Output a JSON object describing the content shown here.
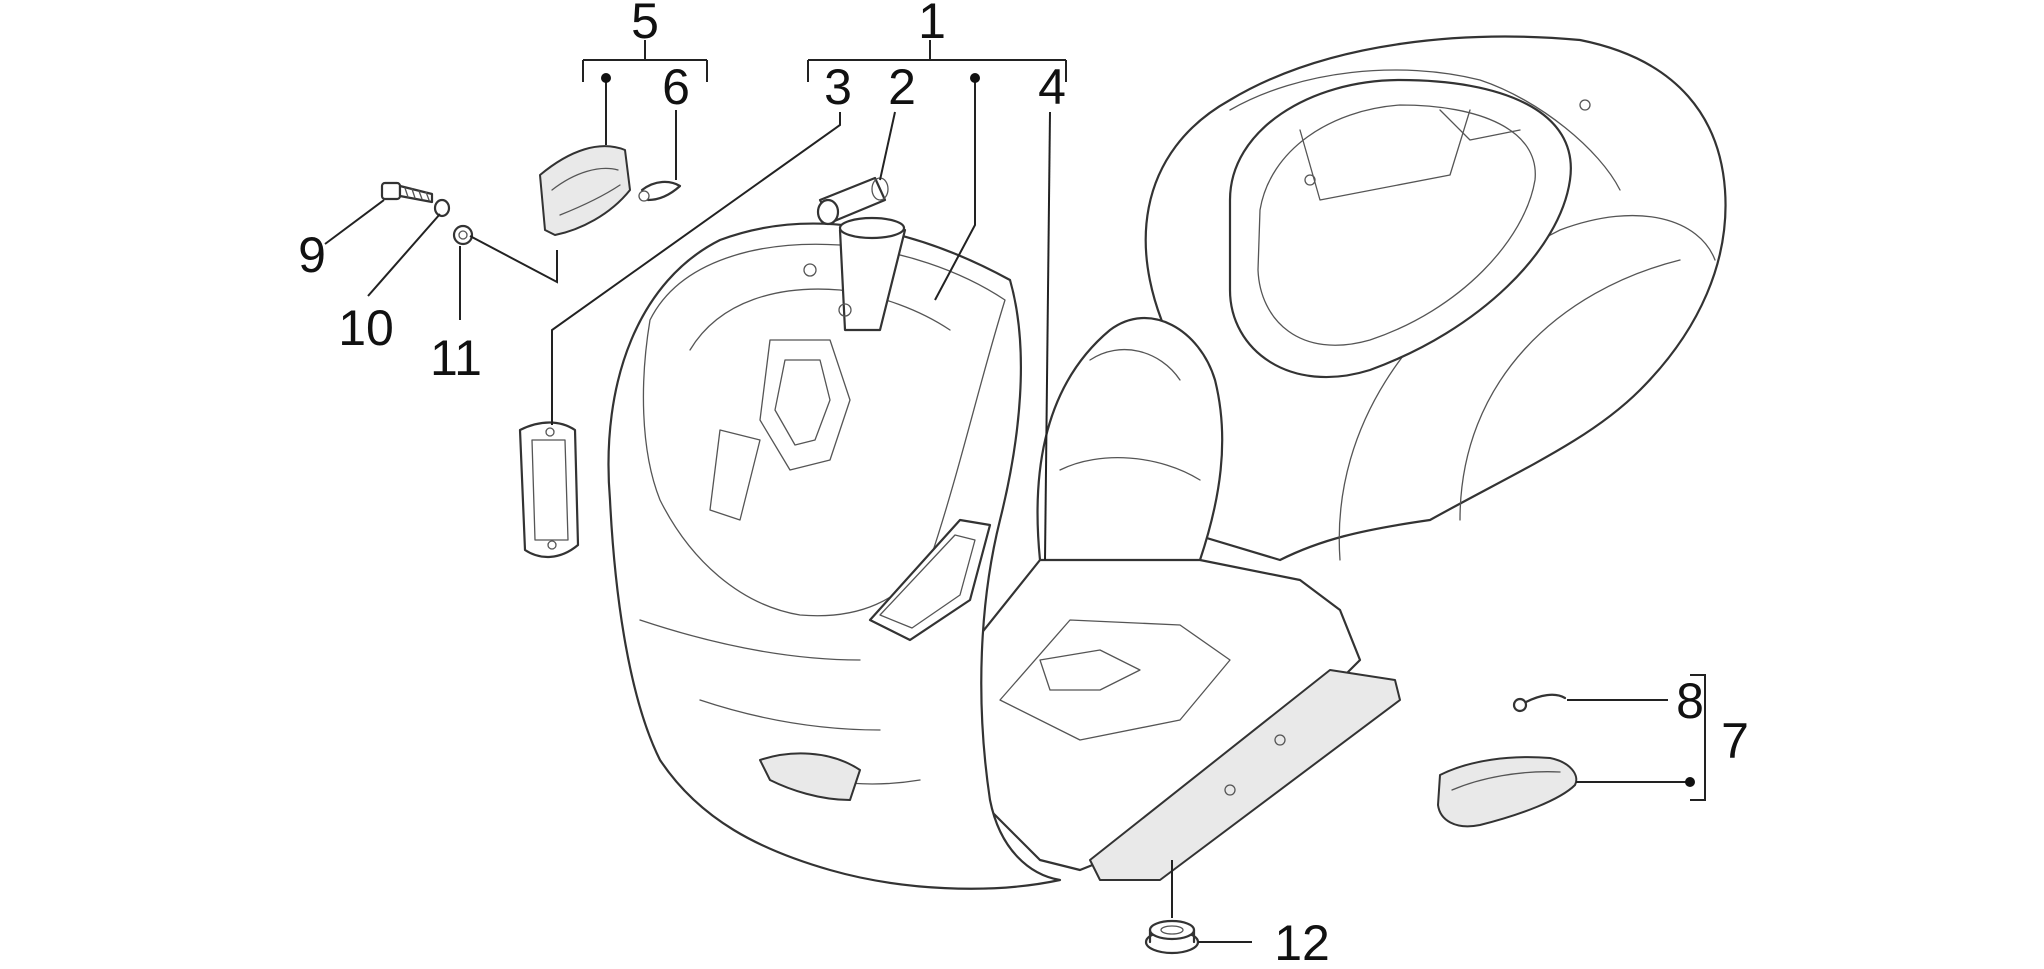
{
  "callouts": {
    "c1": "1",
    "c2": "2",
    "c3": "3",
    "c4": "4",
    "c5": "5",
    "c6": "6",
    "c7": "7",
    "c8": "8",
    "c9": "9",
    "c10": "10",
    "c11": "11",
    "c12": "12"
  },
  "colors": {
    "line": "#333333",
    "label": "#111111",
    "background": "#ffffff"
  }
}
